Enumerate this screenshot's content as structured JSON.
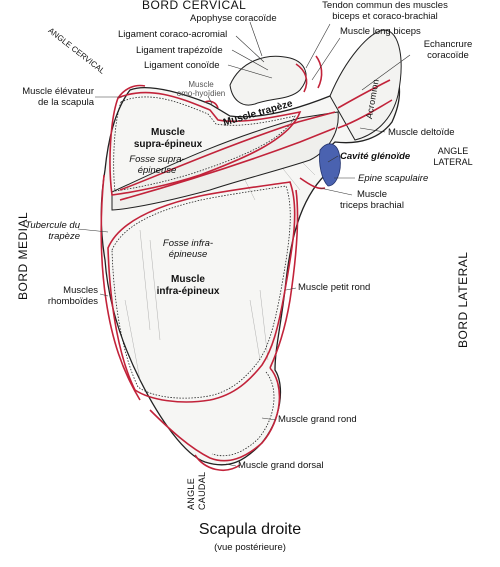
{
  "borders": {
    "top": "BORD CERVICAL",
    "left": "BORD MEDIAL",
    "right": "BORD LATERAL"
  },
  "angles": {
    "cervical": "ANGLE CERVICAL",
    "lateral_1": "ANGLE",
    "lateral_2": "LATERAL",
    "caudal_1": "ANGLE",
    "caudal_2": "CAUDAL"
  },
  "labels": {
    "apophyse": "Apophyse coracoïde",
    "lig_coraco_acromial": "Ligament coraco-acromial",
    "lig_trapezoide": "Ligament trapézoïde",
    "lig_conoide": "Ligament conoïde",
    "omo_1": "Muscle",
    "omo_2": "omo-hyoïdien",
    "tendon_1": "Tendon commun des muscles",
    "tendon_2": "biceps et coraco-brachial",
    "long_biceps": "Muscle long biceps",
    "echancrure_1": "Echancrure",
    "echancrure_2": "coracoïde",
    "acromion": "Acromion",
    "elevateur_1": "Muscle élévateur",
    "elevateur_2": "de la scapula",
    "supra_1": "Muscle",
    "supra_2": "supra-épineux",
    "trapeze": "Muscle trapèze",
    "fosse_supra_1": "Fosse supra-",
    "fosse_supra_2": "épineuse",
    "deltoide": "Muscle deltoïde",
    "glenoide": "Cavité glénoïde",
    "epine": "Epine scapulaire",
    "triceps_1": "Muscle",
    "triceps_2": "triceps brachial",
    "tubercule_1": "Tubercule du",
    "tubercule_2": "trapèze",
    "fosse_infra_1": "Fosse infra-",
    "fosse_infra_2": "épineuse",
    "infra_1": "Muscle",
    "infra_2": "infra-épineux",
    "petit_rond": "Muscle petit rond",
    "rhomboides_1": "Muscles",
    "rhomboides_2": "rhomboïdes",
    "grand_rond": "Muscle grand rond",
    "grand_dorsal": "Muscle grand dorsal"
  },
  "title": "Scapula droite",
  "subtitle": "(vue postérieure)",
  "colors": {
    "muscle_outline": "#c2233a",
    "bone_line": "#222222",
    "glenoid": "#4a62b0"
  }
}
